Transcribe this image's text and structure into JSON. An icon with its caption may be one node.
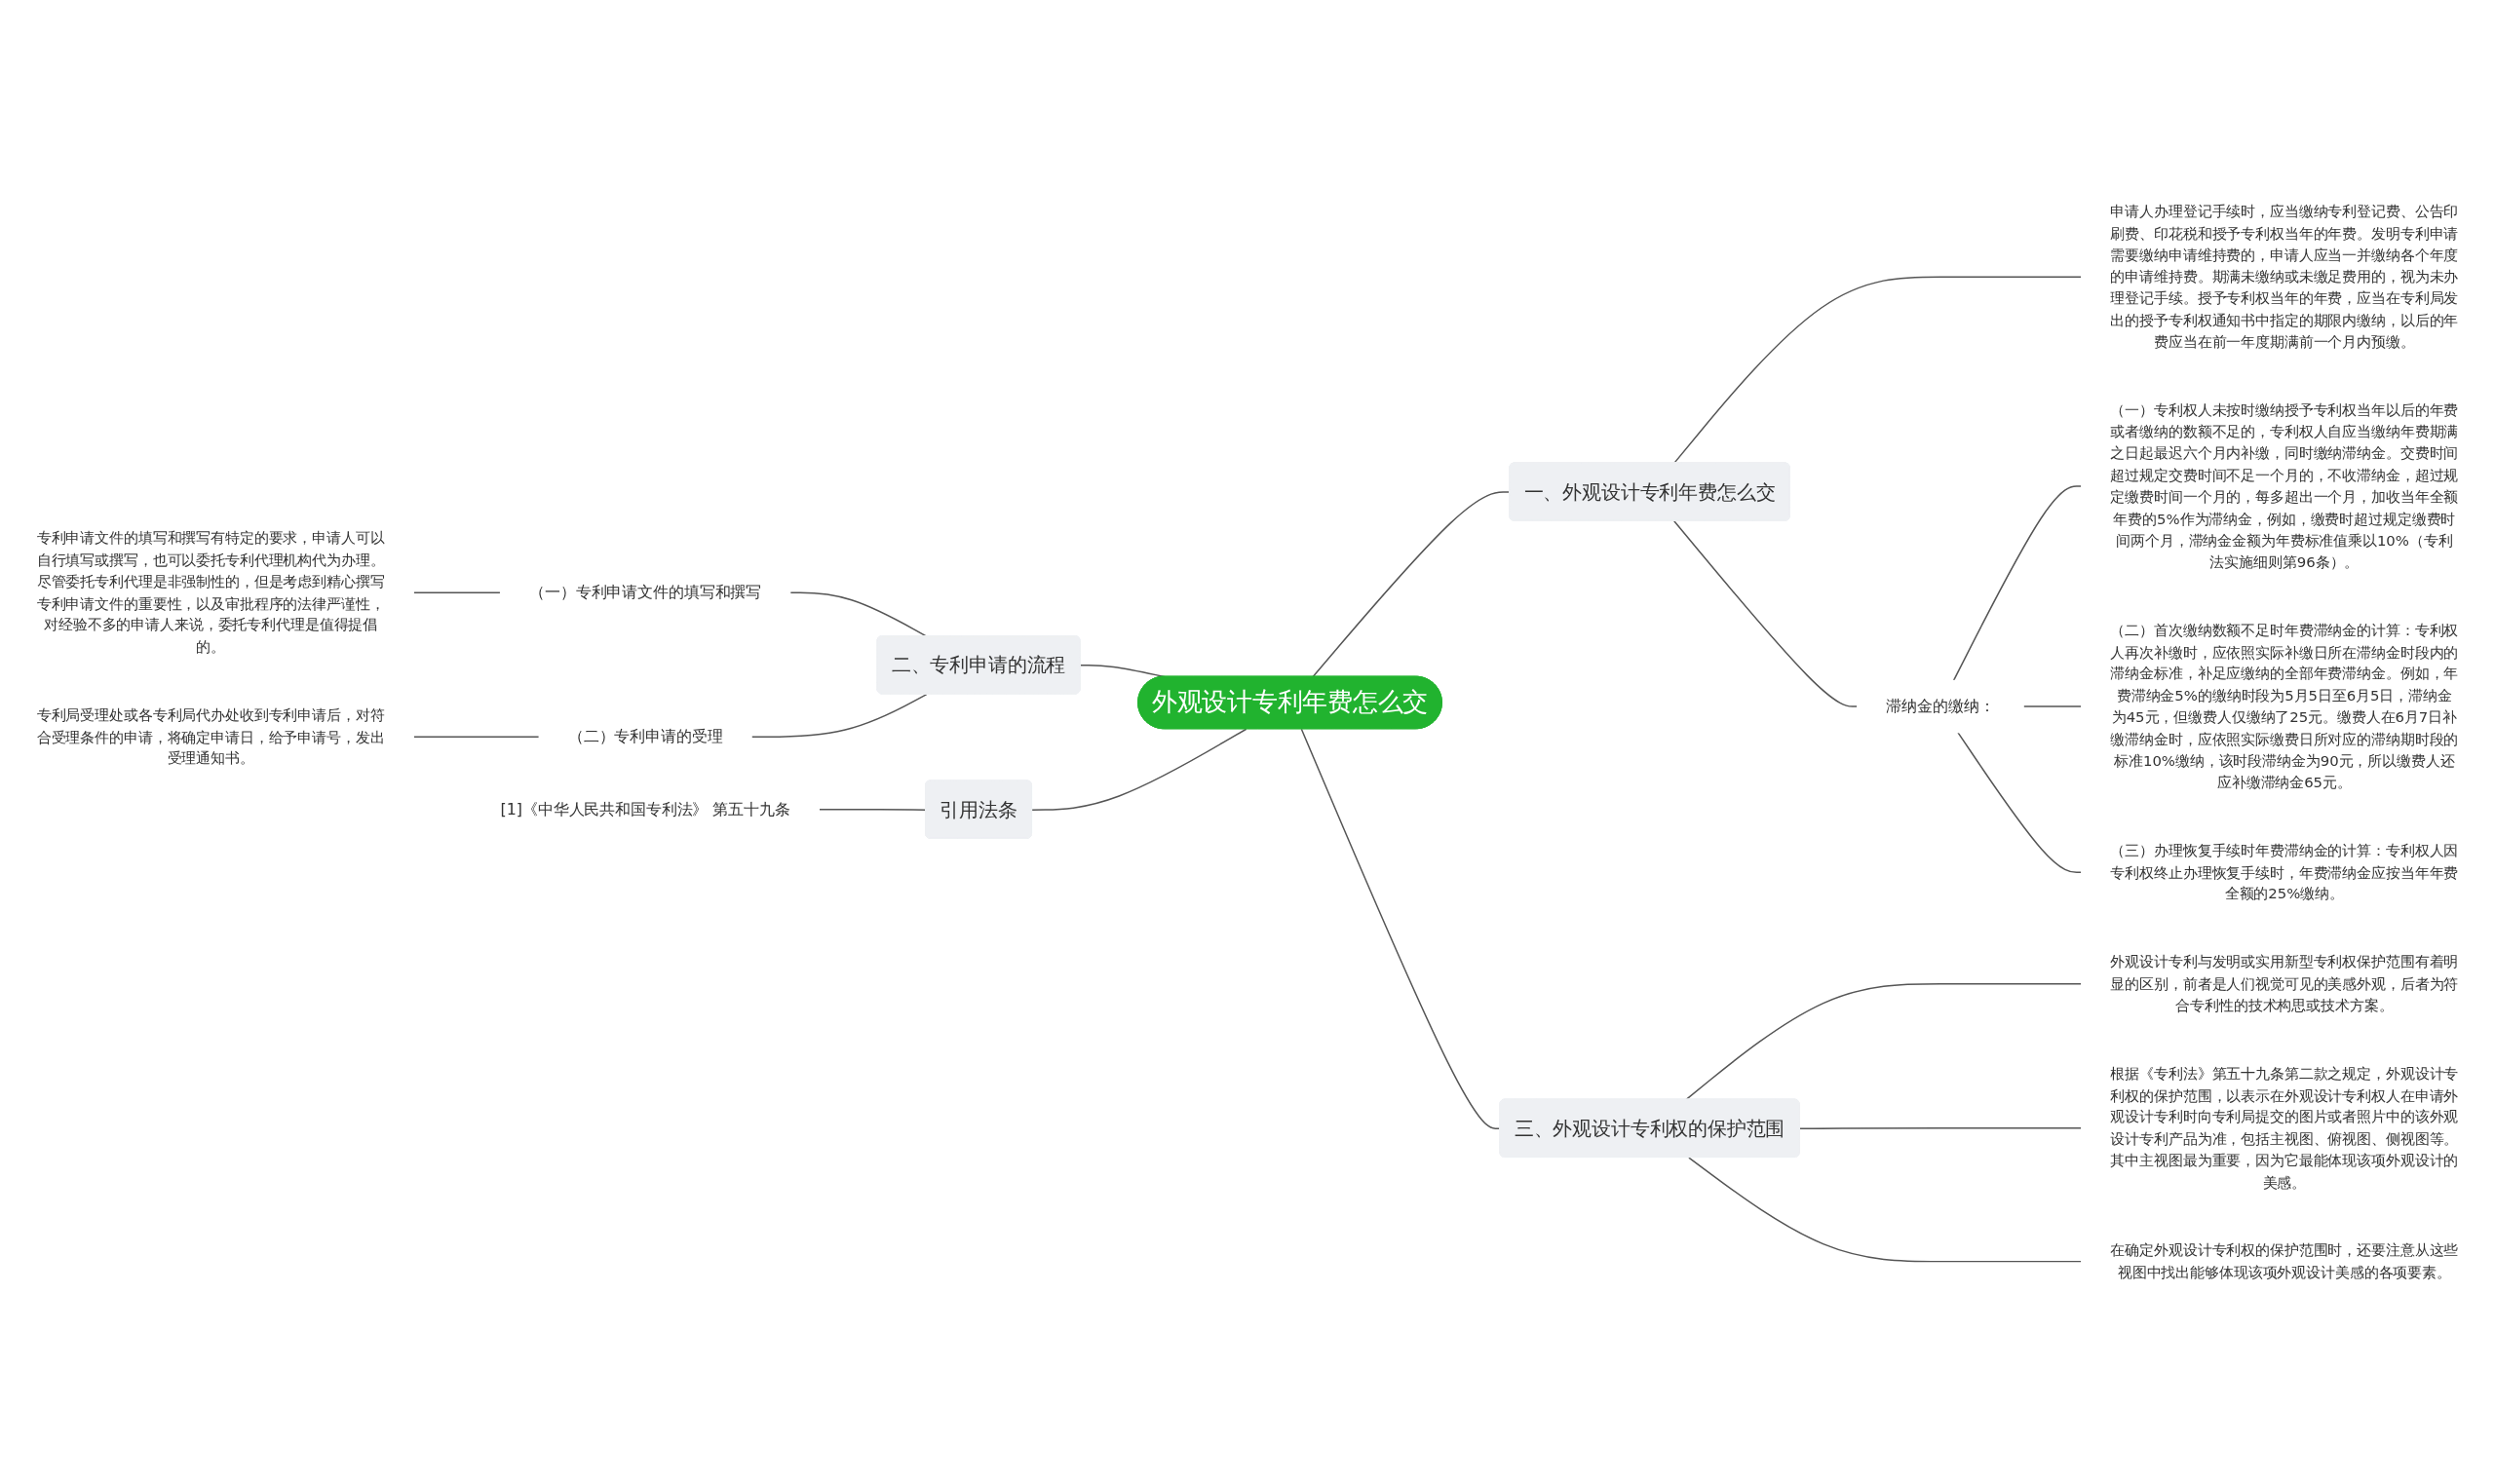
{
  "diagram": {
    "nodes": [
      {
        "text": [
          "外观设计专利年费怎么交"
        ]
      },
      {
        "text": [
          "一、外观设计专利年费怎么交"
        ]
      },
      {
        "text": [
          "申请人办理登记手续时，应当缴纳专利登记费、公告印刷费、印花税和授予专利权当年的年费。发明专利申请需要缴纳申请维持费的，申请人应当一并缴纳各个年度的申请维持费。期满未缴纳或未缴足费用的，视为未办理登记手续。授予专利权当年的年费，应当在专利局发出的授予专利权通知书中指定的期限内缴纳，以后的年费应当在前一年度期满前一个月内预缴。"
        ]
      },
      {
        "text": [
          "滞纳金的缴纳："
        ]
      },
      {
        "text": [
          "（一）专利权人未按时缴纳授予专利权当年以后的年费或者缴纳的数额不足的，专利权人自应当缴纳年费期满之日起最迟六个月内补缴，同时缴纳滞纳金。交费时间超过规定交费时间不足一个月的，不收滞纳金，超过规定缴费时间一个月的，每多超出一个月，加收当年全额年费的5%作为滞纳金，例如，缴费时超过规定缴费时间两个月，滞纳金金额为年费标准值乘以10%（专利法实施细则第96条）。"
        ]
      },
      {
        "text": [
          "（二）首次缴纳数额不足时年费滞纳金的计算：专利权人再次补缴时，应依照实际补缴日所在滞纳金时段内的滞纳金标准，补足应缴纳的全部年费滞纳金。例如，年费滞纳金5%的缴纳时段为5月5日至6月5日，滞纳金为45元，但缴费人仅缴纳了25元。缴费人在6月7日补缴滞纳金时，应依照实际缴费日所对应的滞纳期时段的标准10%缴纳，该时段滞纳金为90元，所以缴费人还应补缴滞纳金65元。"
        ]
      },
      {
        "text": [
          "（三）办理恢复手续时年费滞纳金的计算：专利权人因专利权终止办理恢复手续时，年费滞纳金应按当年年费全额的25%缴纳。"
        ]
      },
      {
        "text": [
          "三、外观设计专利权的保护范围"
        ]
      },
      {
        "text": [
          "外观设计专利与发明或实用新型专利权保护范围有着明显的区别，前者是人们视觉可见的美感外观，后者为符合专利性的技术构思或技术方案。"
        ]
      },
      {
        "text": [
          "根据《专利法》第五十九条第二款之规定，外观设计专利权的保护范围，以表示在外观设计专利权人在申请外观设计专利时向专利局提交的图片或者照片中的该外观设计专利产品为准，包括主视图、俯视图、侧视图等。其中主视图最为重要，因为它最能体现该项外观设计的美感。"
        ]
      },
      {
        "text": [
          "在确定外观设计专利权的保护范围时，还要注意从这些视图中找出能够体现该项外观设计美感的各项要素。"
        ]
      },
      {
        "text": [
          "二、专利申请的流程"
        ]
      },
      {
        "text": [
          "（一）专利申请文件的填写和撰写"
        ]
      },
      {
        "text": [
          "专利申请文件的填写和撰写有特定的要求，申请人可以自行填写或撰写，也可以委托专利代理机构代为办理。尽管委托专利代理是非强制性的，但是考虑到精心撰写专利申请文件的重要性，以及审批程序的法律严谨性，对经验不多的申请人来说，委托专利代理是值得提倡的。"
        ]
      },
      {
        "text": [
          "（二）专利申请的受理"
        ]
      },
      {
        "text": [
          "专利局受理处或各专利局代办处收到专利申请后，对符合受理条件的申请，将确定申请日，给予申请号，发出受理通知书。"
        ]
      },
      {
        "text": [
          "引用法条"
        ]
      },
      {
        "text": [
          "[1]《中华人民共和国专利法》 第五十九条"
        ]
      }
    ],
    "edges": [
      {
        "from": 0,
        "to": 1,
        "arrow": "none"
      },
      {
        "from": 1,
        "to": 2,
        "arrow": "none"
      },
      {
        "from": 1,
        "to": 3,
        "arrow": "none"
      },
      {
        "from": 3,
        "to": 4,
        "arrow": "none"
      },
      {
        "from": 3,
        "to": 5,
        "arrow": "none"
      },
      {
        "from": 3,
        "to": 6,
        "arrow": "none"
      },
      {
        "from": 0,
        "to": 7,
        "arrow": "none"
      },
      {
        "from": 7,
        "to": 8,
        "arrow": "none"
      },
      {
        "from": 7,
        "to": 9,
        "arrow": "none"
      },
      {
        "from": 7,
        "to": 10,
        "arrow": "none"
      },
      {
        "from": 0,
        "to": 11,
        "arrow": "none"
      },
      {
        "from": 11,
        "to": 12,
        "arrow": "none"
      },
      {
        "from": 12,
        "to": 13,
        "arrow": "none"
      },
      {
        "from": 11,
        "to": 14,
        "arrow": "none"
      },
      {
        "from": 14,
        "to": 15,
        "arrow": "none"
      },
      {
        "from": 0,
        "to": 16,
        "arrow": "none"
      },
      {
        "from": 16,
        "to": 17,
        "arrow": "none"
      }
    ]
  }
}
